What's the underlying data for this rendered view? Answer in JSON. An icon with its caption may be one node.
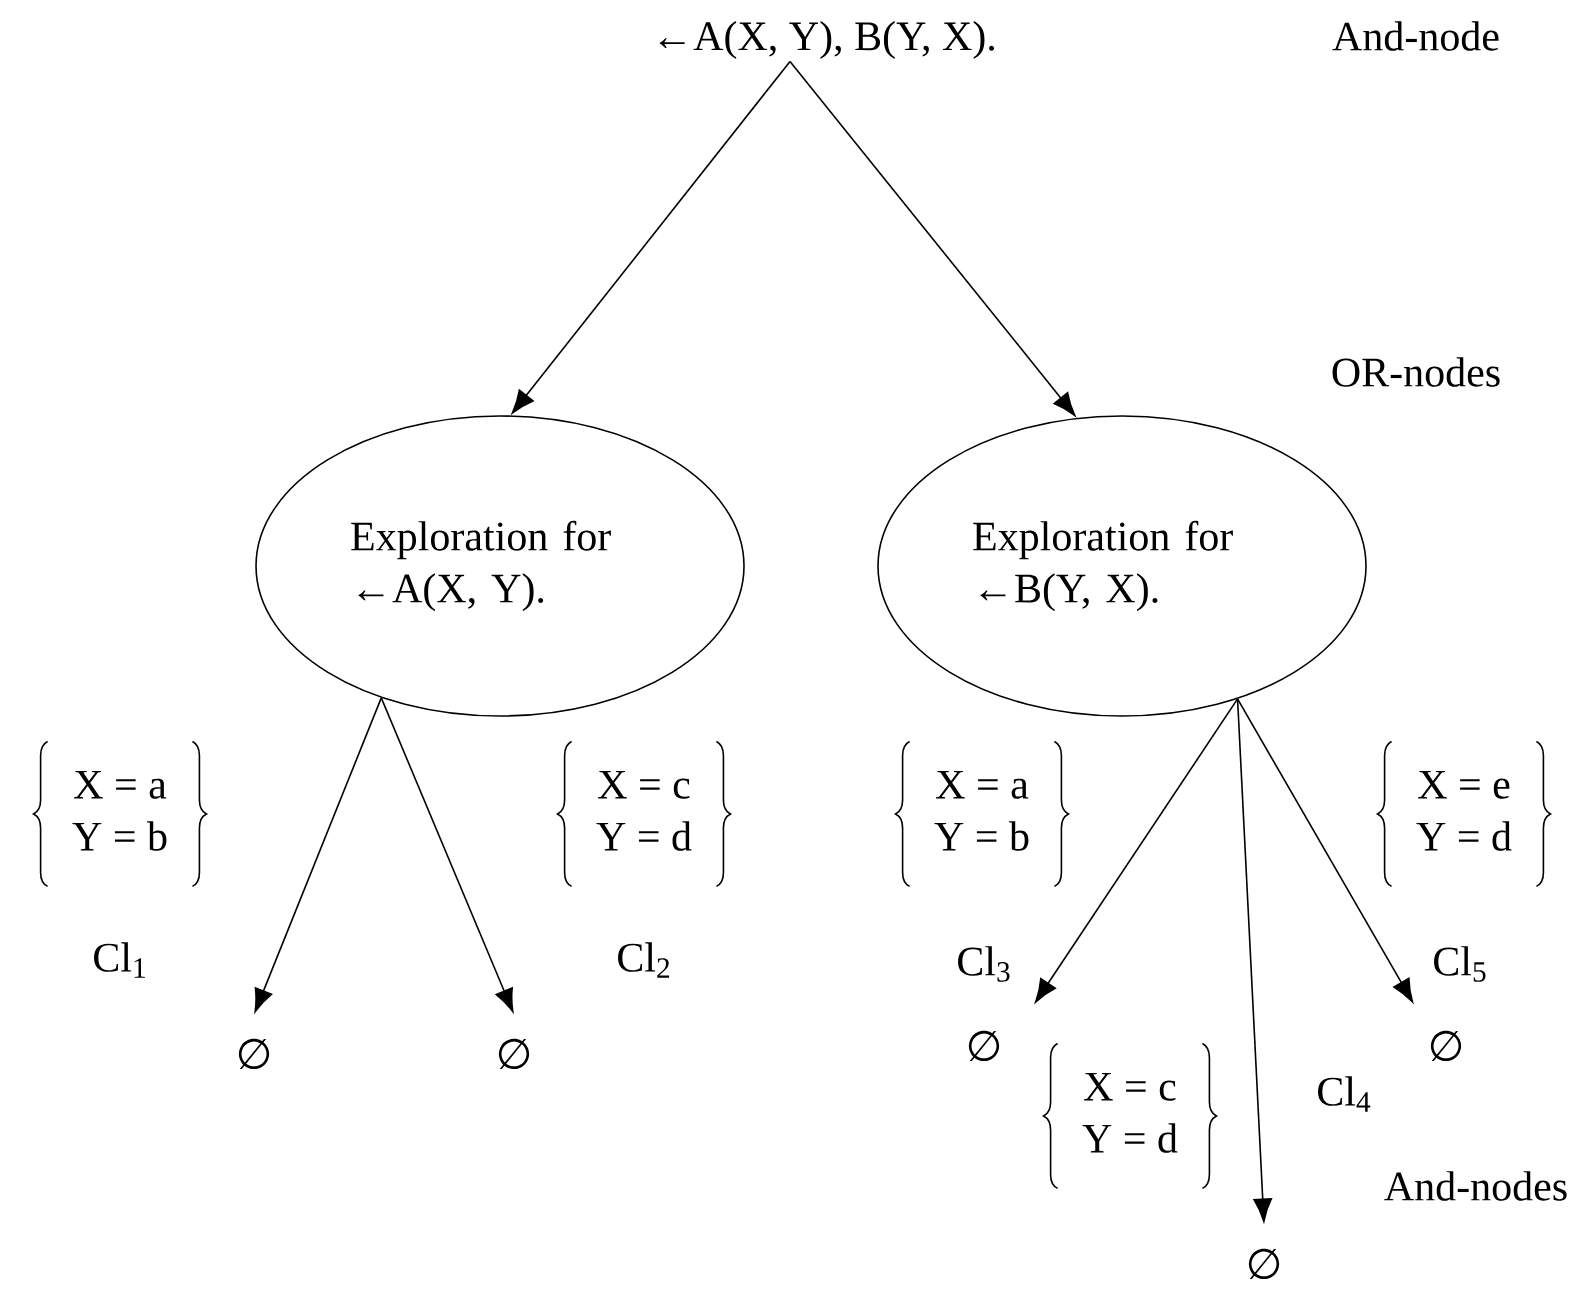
{
  "diagram": {
    "nodes": [
      {
        "text": [
          "←A(X, Y), B(Y, X)."
        ]
      },
      {
        "text": [
          "Exploration for ←A(X, Y)."
        ]
      },
      {
        "text": [
          "Exploration for ←B(Y, X)."
        ]
      },
      {
        "text": [
          "∅"
        ]
      },
      {
        "text": [
          "∅"
        ]
      },
      {
        "text": [
          "∅"
        ]
      },
      {
        "text": [
          "∅"
        ]
      },
      {
        "text": [
          "∅"
        ]
      }
    ],
    "edges": [
      {
        "from": 0,
        "to": 1,
        "arrow": "to"
      },
      {
        "from": 0,
        "to": 2,
        "arrow": "to"
      },
      {
        "from": 1,
        "to": 3,
        "arrow": "to"
      },
      {
        "from": 1,
        "to": 4,
        "arrow": "to"
      },
      {
        "from": 2,
        "to": 5,
        "arrow": "to"
      },
      {
        "from": 2,
        "to": 6,
        "arrow": "to"
      },
      {
        "from": 2,
        "to": 7,
        "arrow": "to"
      }
    ],
    "labels": [
      "And-node",
      "OR-nodes",
      "X = a",
      "Y = b",
      "X = c",
      "Y = d",
      "X = a",
      "Y = b",
      "X = e",
      "Y = d",
      "Cl$_{1}$",
      "Cl$_{2}$",
      "Cl$_{3}$",
      "Cl$_{5}$",
      "X = c",
      "Y = d",
      "Cl$_{4}$",
      "And-nodes"
    ]
  }
}
